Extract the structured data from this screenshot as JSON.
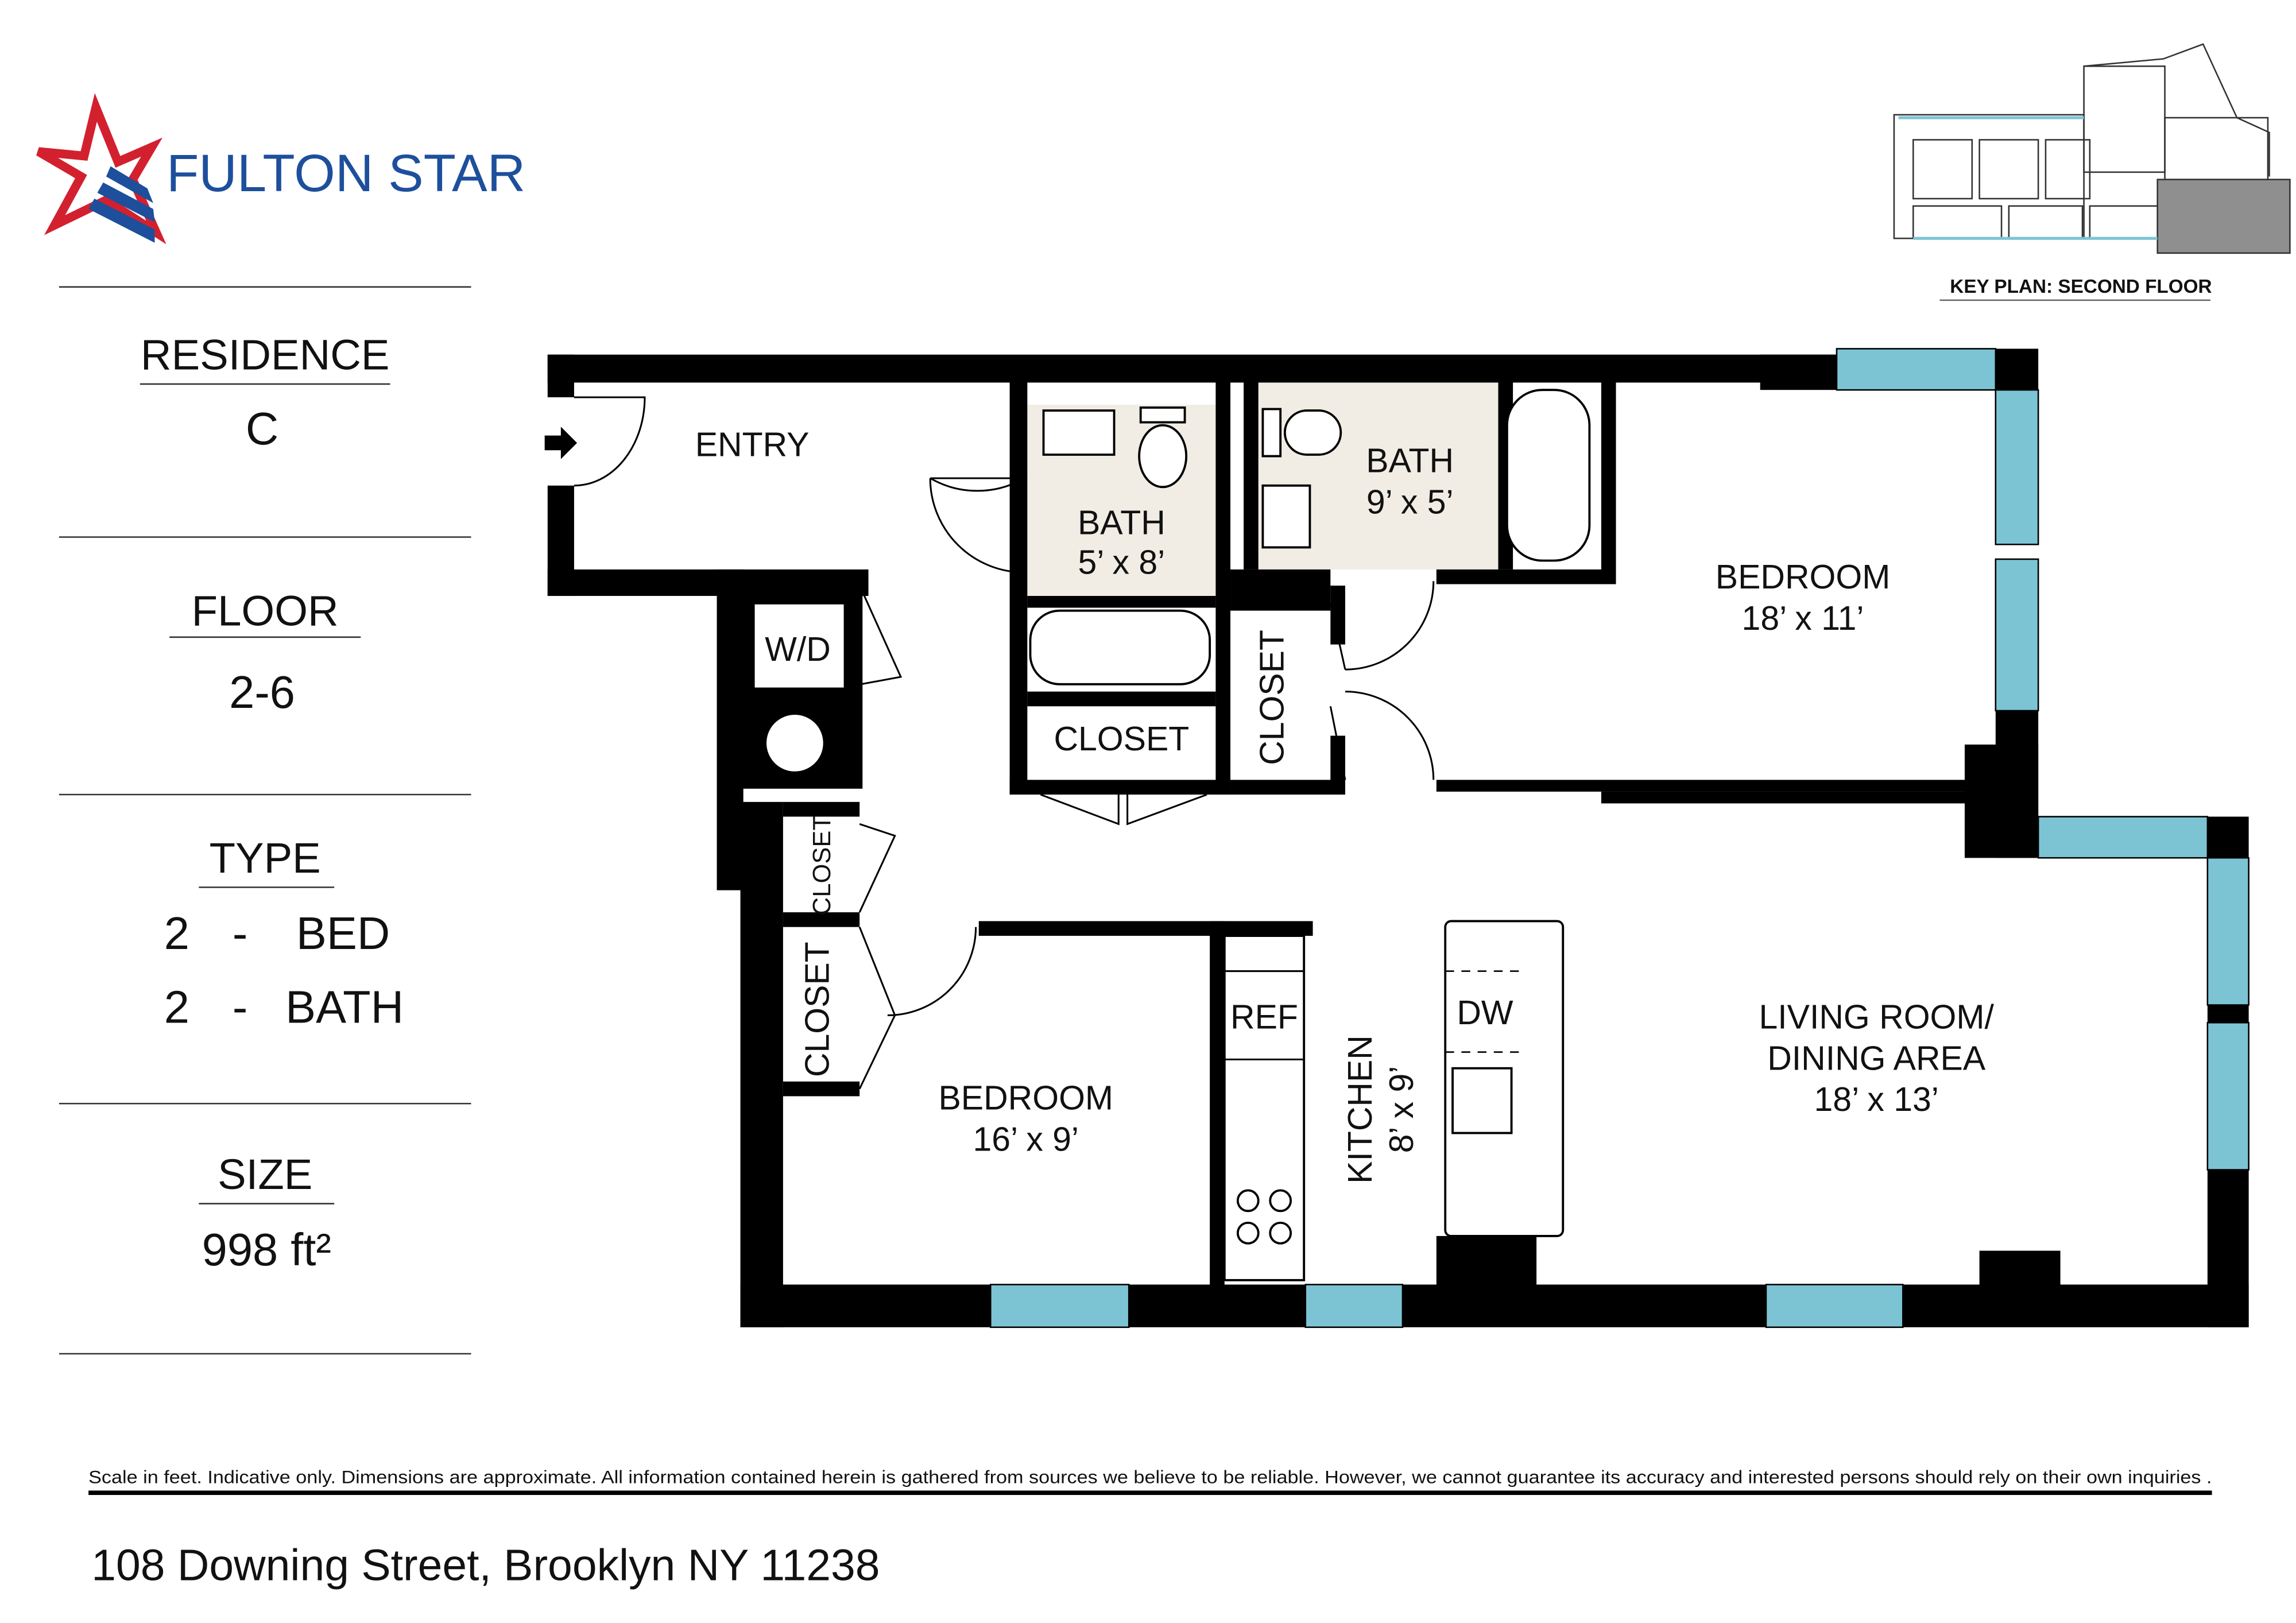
{
  "brand": {
    "name": "FULTON STAR",
    "colors": {
      "red": "#d3202f",
      "blue": "#1d4f9c"
    }
  },
  "panel": {
    "residence": {
      "label": "RESIDENCE",
      "value": "C"
    },
    "floor": {
      "label": "FLOOR",
      "value": "2-6"
    },
    "type": {
      "label": "TYPE",
      "rows": [
        {
          "count": "2",
          "sep": "-",
          "unit": "BED"
        },
        {
          "count": "2",
          "sep": "-",
          "unit": "BATH"
        }
      ]
    },
    "size": {
      "label": "SIZE",
      "value": "998 ft²"
    }
  },
  "key_plan": {
    "label": "KEY PLAN: SECOND FLOOR"
  },
  "rooms": {
    "entry": "ENTRY",
    "bath1": {
      "name": "BATH",
      "dim": "5’ x 8’"
    },
    "bath2": {
      "name": "BATH",
      "dim": "9’ x 5’"
    },
    "bedroom1": {
      "name": "BEDROOM",
      "dim": "18’ x 11’"
    },
    "bedroom2": {
      "name": "BEDROOM",
      "dim": "16’ x 9’"
    },
    "living": {
      "name1": "LIVING ROOM/",
      "name2": "DINING AREA",
      "dim": "18’ x 13’"
    },
    "kitchen": {
      "name": "KITCHEN",
      "dim": "8’ x 9’"
    },
    "wd": "W/D",
    "closet": "CLOSET",
    "ref": "REF",
    "dw": "DW"
  },
  "colors": {
    "window": "#7cc4d4",
    "bath_tile": "#f1ede4",
    "walls": "#000000"
  },
  "footer": {
    "disclaimer": "Scale in feet. Indicative only. Dimensions are approximate. All information contained herein is gathered from sources we believe to be reliable. However, we cannot guarantee its accuracy and interested persons should rely on their own inquiries .",
    "address": "108 Downing Street, Brooklyn NY 11238"
  }
}
